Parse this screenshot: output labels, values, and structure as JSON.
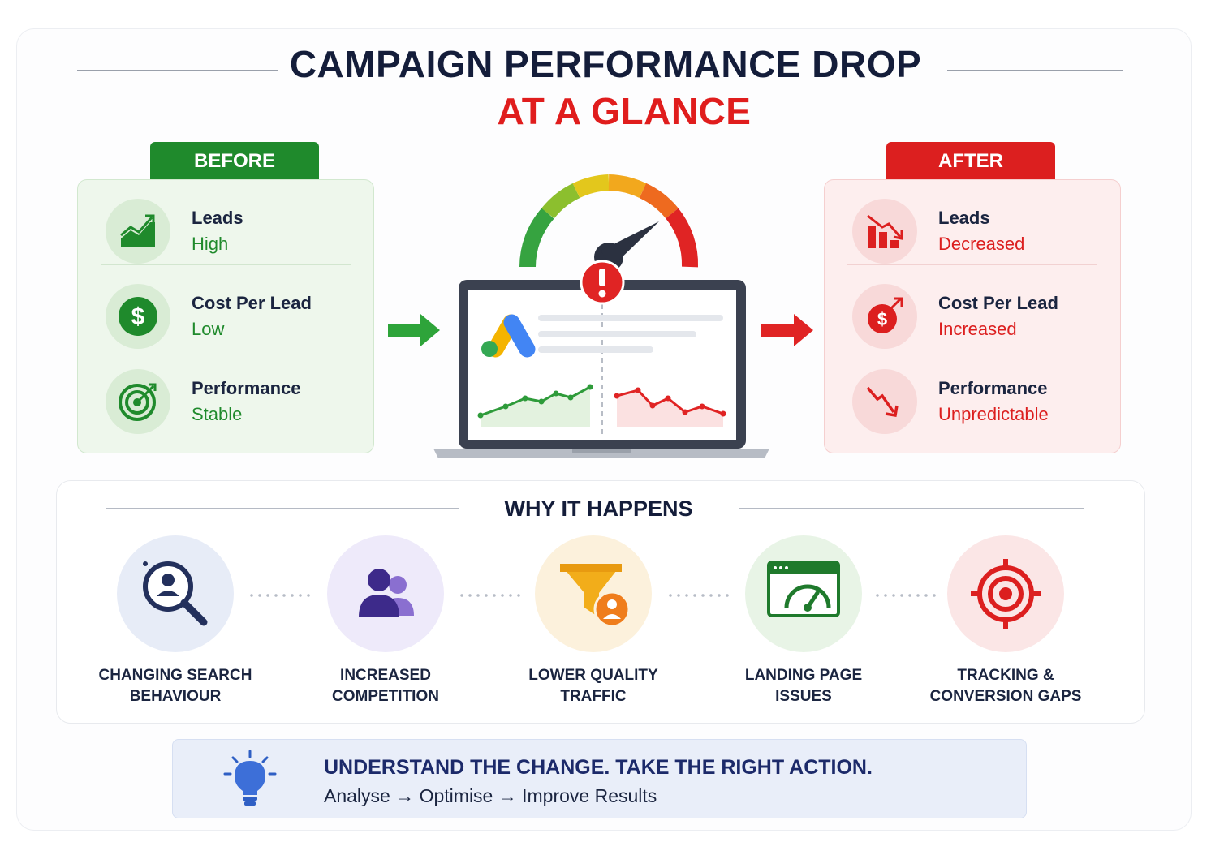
{
  "title": {
    "main": "CAMPAIGN PERFORMANCE DROP",
    "sub": "AT A GLANCE"
  },
  "before": {
    "tag": "BEFORE",
    "metrics": [
      {
        "label": "Leads",
        "value": "High",
        "icon": "trend-up-icon"
      },
      {
        "label": "Cost Per Lead",
        "value": "Low",
        "icon": "dollar-coin-icon"
      },
      {
        "label": "Performance",
        "value": "Stable",
        "icon": "target-icon"
      }
    ]
  },
  "after": {
    "tag": "AFTER",
    "metrics": [
      {
        "label": "Leads",
        "value": "Decreased",
        "icon": "bars-down-icon"
      },
      {
        "label": "Cost Per Lead",
        "value": "Increased",
        "icon": "dollar-rising-icon"
      },
      {
        "label": "Performance",
        "value": "Unpredictable",
        "icon": "trend-down-icon"
      }
    ]
  },
  "why": {
    "title": "WHY IT HAPPENS",
    "reasons": [
      {
        "line1": "CHANGING SEARCH",
        "line2": "BEHAVIOUR",
        "icon": "search-user-icon"
      },
      {
        "line1": "INCREASED",
        "line2": "COMPETITION",
        "icon": "people-icon"
      },
      {
        "line1": "LOWER QUALITY",
        "line2": "TRAFFIC",
        "icon": "funnel-user-icon"
      },
      {
        "line1": "LANDING PAGE",
        "line2": "ISSUES",
        "icon": "page-speed-icon"
      },
      {
        "line1": "TRACKING &",
        "line2": "CONVERSION GAPS",
        "icon": "crosshair-icon"
      }
    ]
  },
  "cta": {
    "headline": "UNDERSTAND THE CHANGE. TAKE THE RIGHT ACTION.",
    "steps": "Analyse → Optimise → Improve Results"
  },
  "colors": {
    "green": "#1f8a2c",
    "red": "#dc1f1f",
    "navy": "#141d3a",
    "cta_bg": "#e9eef9"
  }
}
